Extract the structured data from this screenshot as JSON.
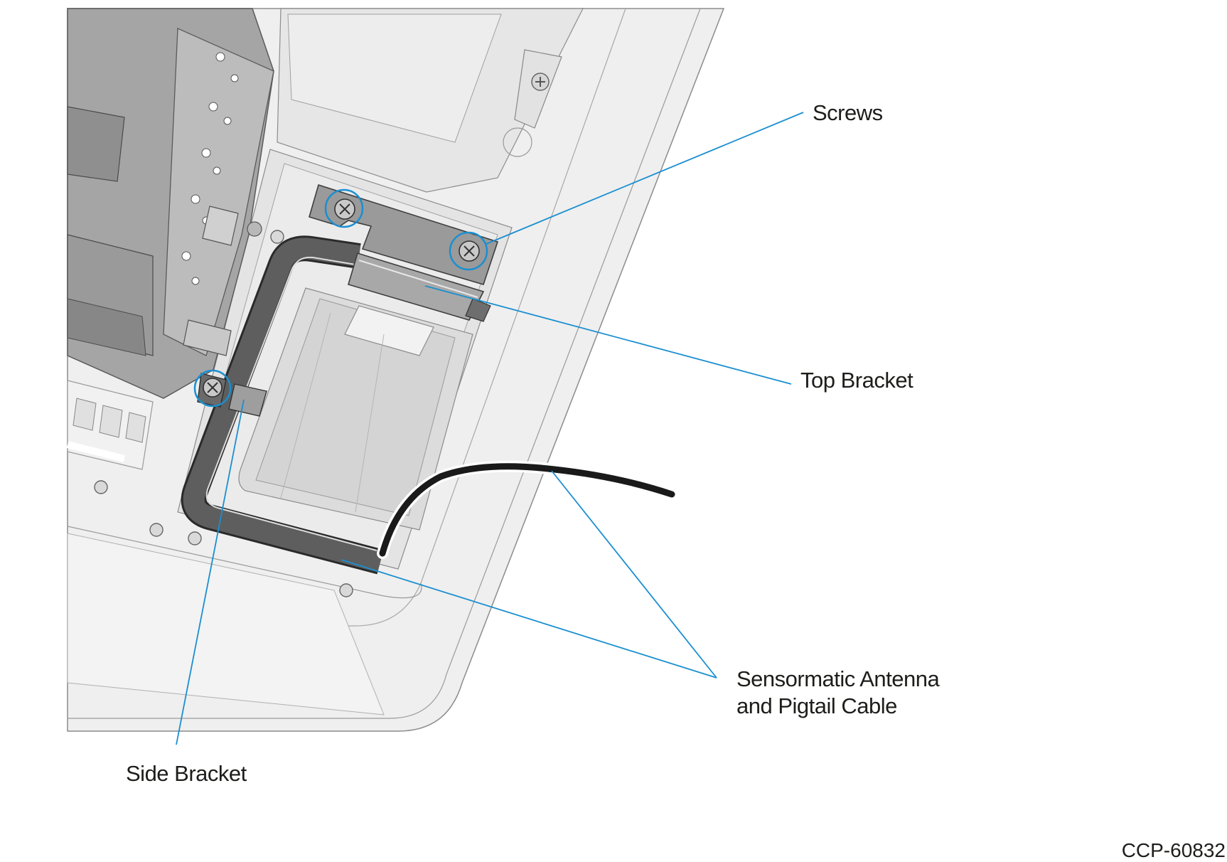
{
  "labels": {
    "screws": "Screws",
    "top_bracket": "Top Bracket",
    "antenna_line1": "Sensormatic Antenna",
    "antenna_line2": "and Pigtail Cable",
    "side_bracket": "Side Bracket"
  },
  "figure_id": "CCP-60832",
  "colors": {
    "leader": "#1a8fd0",
    "housing": "#ececec",
    "housing_stroke": "#8c8c8c",
    "printer": "#9a9a9a",
    "bracket": "#8e8e8e",
    "antenna": "#5a5a5a",
    "cable": "#1a1a1a"
  }
}
